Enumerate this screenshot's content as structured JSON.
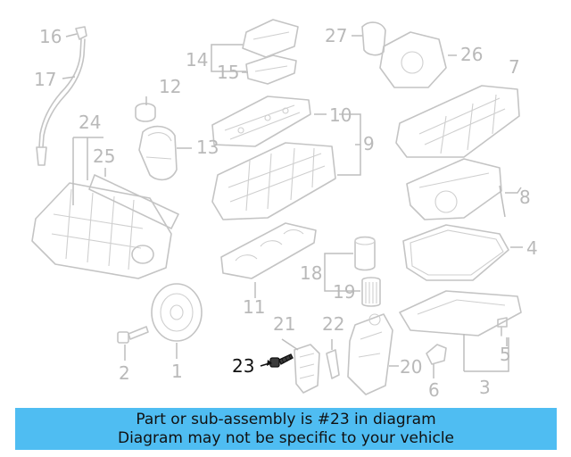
{
  "callouts": {
    "c1": "1",
    "c2": "2",
    "c3": "3",
    "c4": "4",
    "c5": "5",
    "c6": "6",
    "c7": "7",
    "c8": "8",
    "c9": "9",
    "c10": "10",
    "c11": "11",
    "c12": "12",
    "c13": "13",
    "c14": "14",
    "c15": "15",
    "c16": "16",
    "c17": "17",
    "c18": "18",
    "c19": "19",
    "c20": "20",
    "c21": "21",
    "c22": "22",
    "c23": "23",
    "c24": "24",
    "c25": "25",
    "c26": "26",
    "c27": "27"
  },
  "highlighted_part": "23",
  "banner": {
    "line1": "Part or sub-assembly is #23 in diagram",
    "line2": "Diagram may not be specific to your vehicle"
  },
  "colors": {
    "banner_bg": "#4fbdf2",
    "callout_muted": "#b9b9b9",
    "callout_highlight": "#111111",
    "line_art": "#c4c4c4"
  }
}
